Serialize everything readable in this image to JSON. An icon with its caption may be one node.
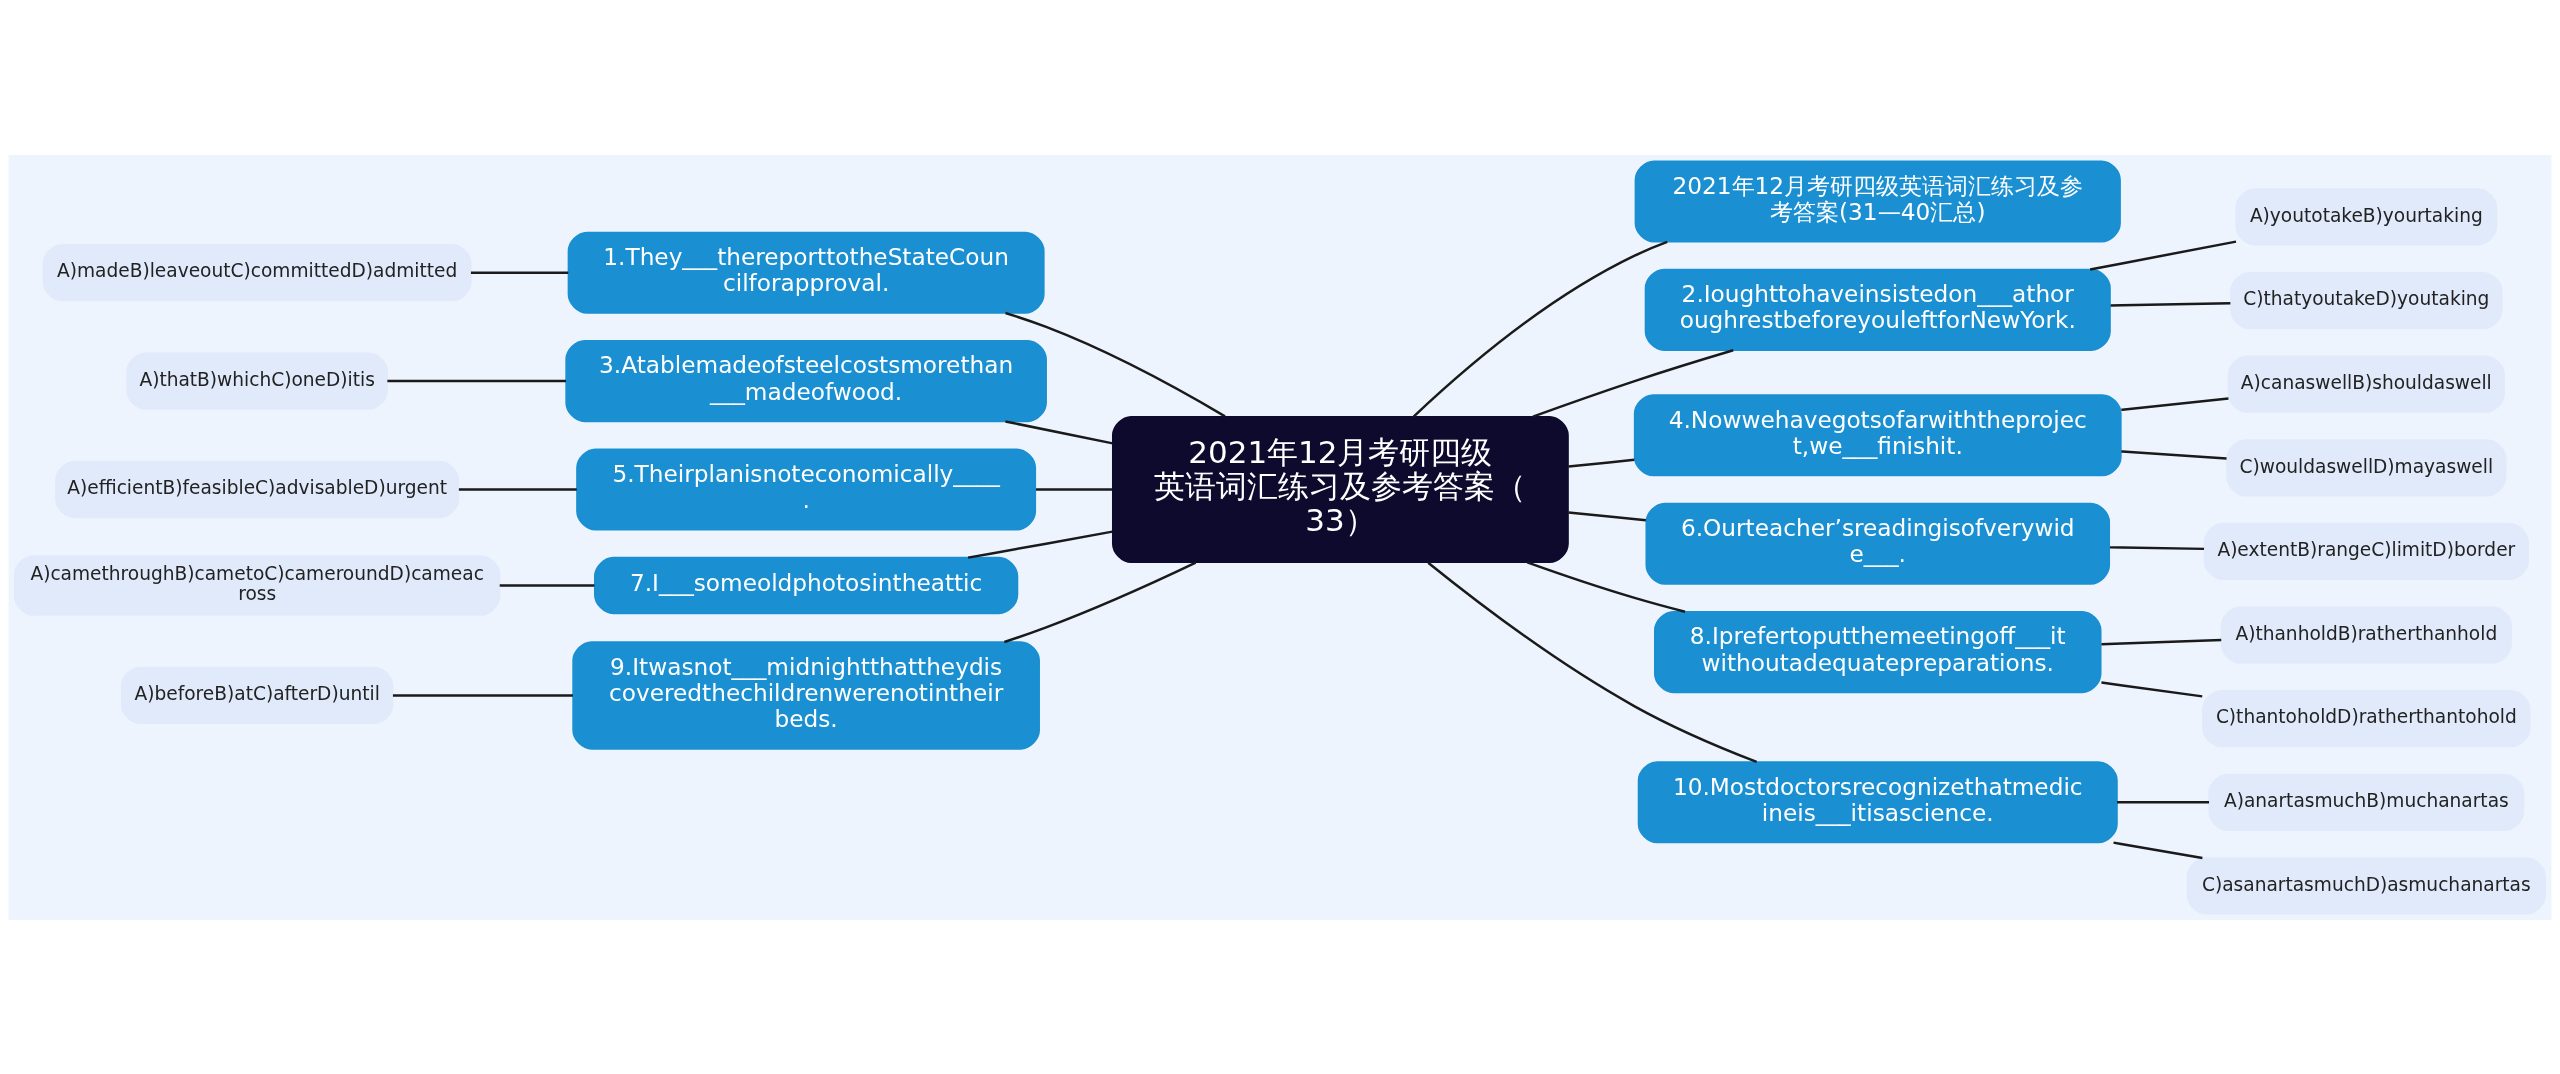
{
  "diagram": {
    "nodes": [
      {
        "text": [
          "2021年12月考研四级英语词汇练习及参考答案（33）"
        ]
      },
      {
        "text": [
          "2021年12月考研四级英语词汇练习及参考答案(31—40汇总)"
        ]
      },
      {
        "text": [
          "2.Ioughttohaveinsistedon___athoroughrestbeforeyouleftforNewYork."
        ]
      },
      {
        "text": [
          "A)youtotakeB)yourtaking"
        ]
      },
      {
        "text": [
          "C)thatyoutakeD)youtaking"
        ]
      },
      {
        "text": [
          "4.Nowwehavegotsofarwiththeproject,we___finishit."
        ]
      },
      {
        "text": [
          "A)canaswellB)shouldaswell"
        ]
      },
      {
        "text": [
          "C)wouldaswellD)mayaswell"
        ]
      },
      {
        "text": [
          "6.Ourteacher’sreadingisofverywide___."
        ]
      },
      {
        "text": [
          "A)extentB)rangeC)limitD)border"
        ]
      },
      {
        "text": [
          "8.Iprefertoputthemeetingoff___itwithoutadequatepreparations."
        ]
      },
      {
        "text": [
          "A)thanholdB)ratherthanhold"
        ]
      },
      {
        "text": [
          "C)thantoholdD)ratherthantohold"
        ]
      },
      {
        "text": [
          "10.Mostdoctorsrecognizethatmedicineis___itisascience."
        ]
      },
      {
        "text": [
          "A)anartasmuchB)muchanartas"
        ]
      },
      {
        "text": [
          "C)asanartasmuchD)asmuchanartas"
        ]
      },
      {
        "text": [
          "1.They___thereporttotheStateCouncilforapproval."
        ]
      },
      {
        "text": [
          "A)madeB)leaveoutC)committedD)admitted"
        ]
      },
      {
        "text": [
          "3.Atablemadeofsteelcostsmorethan___madeofwood."
        ]
      },
      {
        "text": [
          "A)thatB)whichC)oneD)itis"
        ]
      },
      {
        "text": [
          "5.Theirplanisnoteconomically____."
        ]
      },
      {
        "text": [
          "A)efficientB)feasibleC)advisableD)urgent"
        ]
      },
      {
        "text": [
          "7.I___someoldphotosintheattic"
        ]
      },
      {
        "text": [
          "A)camethroughB)cametoC)cameroundD)cameacross"
        ]
      },
      {
        "text": [
          "9.Itwasnot___midnightthattheydiscoveredthechildrenwerenotintheirbeds."
        ]
      },
      {
        "text": [
          "A)beforeB)atC)afterD)until"
        ]
      }
    ],
    "edges": [
      {
        "from": 0,
        "to": 1,
        "arrow": "none"
      },
      {
        "from": 0,
        "to": 2,
        "arrow": "none"
      },
      {
        "from": 2,
        "to": 3,
        "arrow": "none"
      },
      {
        "from": 2,
        "to": 4,
        "arrow": "none"
      },
      {
        "from": 0,
        "to": 5,
        "arrow": "none"
      },
      {
        "from": 5,
        "to": 6,
        "arrow": "none"
      },
      {
        "from": 5,
        "to": 7,
        "arrow": "none"
      },
      {
        "from": 0,
        "to": 8,
        "arrow": "none"
      },
      {
        "from": 8,
        "to": 9,
        "arrow": "none"
      },
      {
        "from": 0,
        "to": 10,
        "arrow": "none"
      },
      {
        "from": 10,
        "to": 11,
        "arrow": "none"
      },
      {
        "from": 10,
        "to": 12,
        "arrow": "none"
      },
      {
        "from": 0,
        "to": 13,
        "arrow": "none"
      },
      {
        "from": 13,
        "to": 14,
        "arrow": "none"
      },
      {
        "from": 13,
        "to": 15,
        "arrow": "none"
      },
      {
        "from": 0,
        "to": 16,
        "arrow": "none"
      },
      {
        "from": 16,
        "to": 17,
        "arrow": "none"
      },
      {
        "from": 0,
        "to": 18,
        "arrow": "none"
      },
      {
        "from": 18,
        "to": 19,
        "arrow": "none"
      },
      {
        "from": 0,
        "to": 20,
        "arrow": "none"
      },
      {
        "from": 20,
        "to": 21,
        "arrow": "none"
      },
      {
        "from": 0,
        "to": 22,
        "arrow": "none"
      },
      {
        "from": 22,
        "to": 23,
        "arrow": "none"
      },
      {
        "from": 0,
        "to": 24,
        "arrow": "none"
      },
      {
        "from": 24,
        "to": 25,
        "arrow": "none"
      }
    ]
  }
}
